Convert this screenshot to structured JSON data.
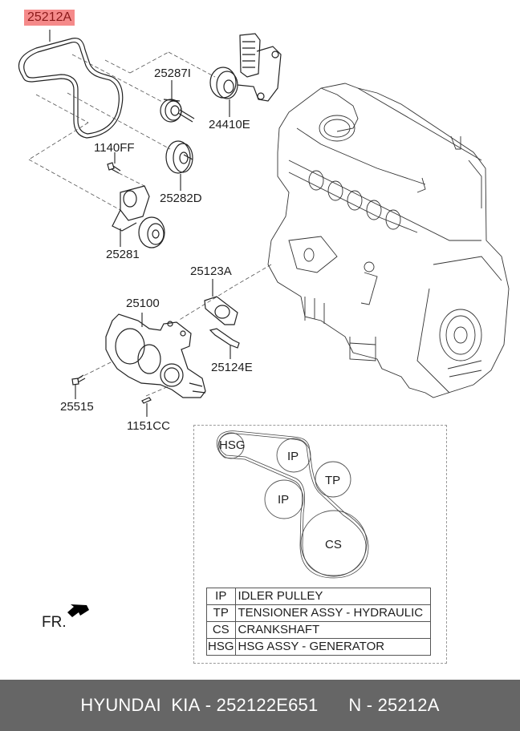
{
  "diagram": {
    "highlighted_part": "25212A",
    "part_labels": [
      {
        "id": "belt",
        "label": "25212A",
        "highlighted": true
      },
      {
        "id": "idler-pulley-upper",
        "label": "25287I"
      },
      {
        "id": "tensioner-hydraulic",
        "label": "24410E"
      },
      {
        "id": "bolt-tensioner",
        "label": "1140FF"
      },
      {
        "id": "idler-pulley-lower",
        "label": "25282D"
      },
      {
        "id": "tensioner-assy",
        "label": "25281"
      },
      {
        "id": "gasket",
        "label": "25123A"
      },
      {
        "id": "water-pump",
        "label": "25100"
      },
      {
        "id": "bracket",
        "label": "25124E"
      },
      {
        "id": "bolt-pump",
        "label": "25515"
      },
      {
        "id": "pin",
        "label": "1151CC"
      }
    ],
    "direction_marker": {
      "label": "FR.",
      "icon": "arrow-front-icon"
    }
  },
  "belt_routing": {
    "pulleys": [
      "HSG",
      "IP",
      "TP",
      "IP",
      "CS"
    ],
    "legend": [
      {
        "code": "IP",
        "description": "IDLER PULLEY"
      },
      {
        "code": "TP",
        "description": "TENSIONER ASSY - HYDRAULIC"
      },
      {
        "code": "CS",
        "description": "CRANKSHAFT"
      },
      {
        "code": "HSG",
        "description": "HSG ASSY - GENERATOR"
      }
    ]
  },
  "footer": {
    "brand": "HYUNDAI  KIA",
    "separator": " - ",
    "oem_number": "252122E651",
    "n_label": "N",
    "n_value": "25212A"
  },
  "colors": {
    "highlight_bg": "#f58a8a",
    "highlight_text": "#8b1a1a",
    "footer_bg": "#666666",
    "footer_text": "#ffffff"
  }
}
